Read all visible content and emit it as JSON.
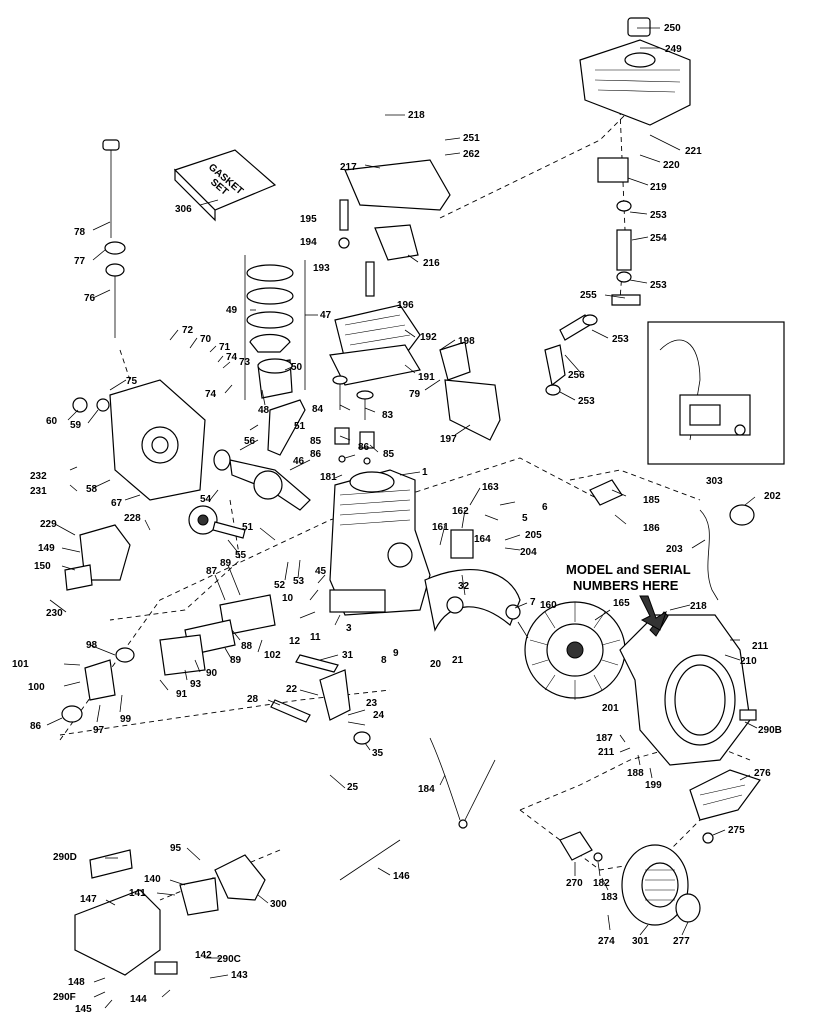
{
  "model_notice_line1": "MODEL and SERIAL",
  "model_notice_line2": "NUMBERS HERE",
  "gasket_set_line1": "GASKET",
  "gasket_set_line2": "SET",
  "labels": {
    "l1": "1",
    "l3": "3",
    "l6": "6",
    "l5": "5",
    "l7": "7",
    "l8": "8",
    "l9": "9",
    "l10": "10",
    "l11": "11",
    "l12": "12",
    "l20": "20",
    "l21": "21",
    "l22": "22",
    "l23": "23",
    "l24": "24",
    "l25": "25",
    "l28": "28",
    "l31": "31",
    "l32": "32",
    "l35": "35",
    "l45": "45",
    "l46": "46",
    "l47": "47",
    "l48": "48",
    "l49": "49",
    "l50": "50",
    "l51a": "51",
    "l51b": "51",
    "l52": "52",
    "l53": "53",
    "l54": "54",
    "l55": "55",
    "l56": "56",
    "l58": "58",
    "l59": "59",
    "l60": "60",
    "l67": "67",
    "l70": "70",
    "l71": "71",
    "l72": "72",
    "l73": "73",
    "l74a": "74",
    "l74b": "74",
    "l75": "75",
    "l76": "76",
    "l77": "77",
    "l78": "78",
    "l79": "79",
    "l83": "83",
    "l84": "84",
    "l85a": "85",
    "l85b": "85",
    "l86a": "86",
    "l86b": "86",
    "l87": "87",
    "l88": "88",
    "l89a": "89",
    "l89b": "89",
    "l90": "90",
    "l91": "91",
    "l93": "93",
    "l95": "95",
    "l97": "97",
    "l98": "98",
    "l99": "99",
    "l100": "100",
    "l101": "101",
    "l102": "102",
    "l140": "140",
    "l141": "141",
    "l142": "142",
    "l143": "143",
    "l144": "144",
    "l145": "145",
    "l146": "146",
    "l147": "147",
    "l148": "148",
    "l149": "149",
    "l150": "150",
    "l160": "160",
    "l161": "161",
    "l162": "162",
    "l163": "163",
    "l164": "164",
    "l165": "165",
    "l181": "181",
    "l182": "182",
    "l183": "183",
    "l184": "184",
    "l185": "185",
    "l186": "186",
    "l187": "187",
    "l188": "188",
    "l191": "191",
    "l192": "192",
    "l193": "193",
    "l194": "194",
    "l195": "195",
    "l196": "196",
    "l197": "197",
    "l198": "198",
    "l199": "199",
    "l201": "201",
    "l202": "202",
    "l203": "203",
    "l204": "204",
    "l205": "205",
    "l210": "210",
    "l211a": "211",
    "l211b": "211",
    "l216": "216",
    "l217": "217",
    "l218a": "218",
    "l218b": "218",
    "l219": "219",
    "l220": "220",
    "l221": "221",
    "l228": "228",
    "l229": "229",
    "l230": "230",
    "l231": "231",
    "l232": "232",
    "l249": "249",
    "l250": "250",
    "l251": "251",
    "l253a": "253",
    "l253b": "253",
    "l253c": "253",
    "l253d": "253",
    "l254": "254",
    "l255": "255",
    "l256": "256",
    "l262": "262",
    "l270": "270",
    "l274": "274",
    "l275": "275",
    "l276": "276",
    "l277": "277",
    "l290B": "290B",
    "l290C": "290C",
    "l290D": "290D",
    "l290F": "290F",
    "l300": "300",
    "l301": "301",
    "l303": "303",
    "l306": "306"
  }
}
